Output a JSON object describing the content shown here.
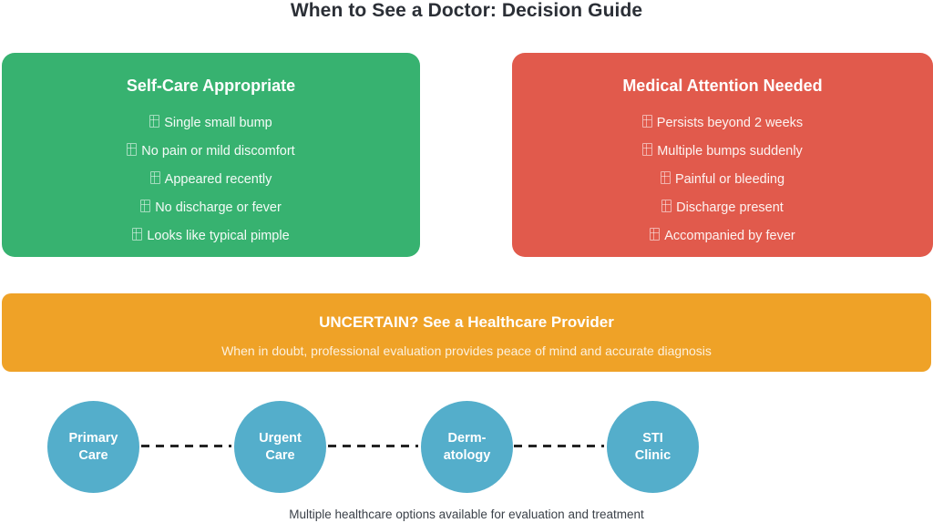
{
  "header": {
    "title": "When to See a Doctor: Decision Guide"
  },
  "panels": {
    "self_care": {
      "heading": "Self-Care Appropriate",
      "color": "#37b270",
      "bullet_icon": "missing-glyph-box",
      "items": [
        "Single small bump",
        "No pain or mild discomfort",
        "Appeared recently",
        "No discharge or fever",
        "Looks like typical pimple"
      ]
    },
    "medical_attention": {
      "heading": "Medical Attention Needed",
      "color": "#e15a4c",
      "bullet_icon": "missing-glyph-box",
      "items": [
        "Persists beyond 2 weeks",
        "Multiple bumps suddenly",
        "Painful or bleeding",
        "Discharge present",
        "Accompanied by fever"
      ]
    }
  },
  "banner": {
    "title": "UNCERTAIN? See a Healthcare Provider",
    "subtitle": "When in doubt, professional evaluation provides peace of mind and accurate diagnosis",
    "color": "#efa227"
  },
  "providers": {
    "color": "#54aecb",
    "nodes": [
      {
        "label": "Primary\nCare"
      },
      {
        "label": "Urgent\nCare"
      },
      {
        "label": "Derm-\natology"
      },
      {
        "label": "STI\nClinic"
      }
    ],
    "connector_style": "dashed",
    "connector_color": "#242424"
  },
  "footer": {
    "caption": "Multiple healthcare options available for evaluation and treatment"
  }
}
